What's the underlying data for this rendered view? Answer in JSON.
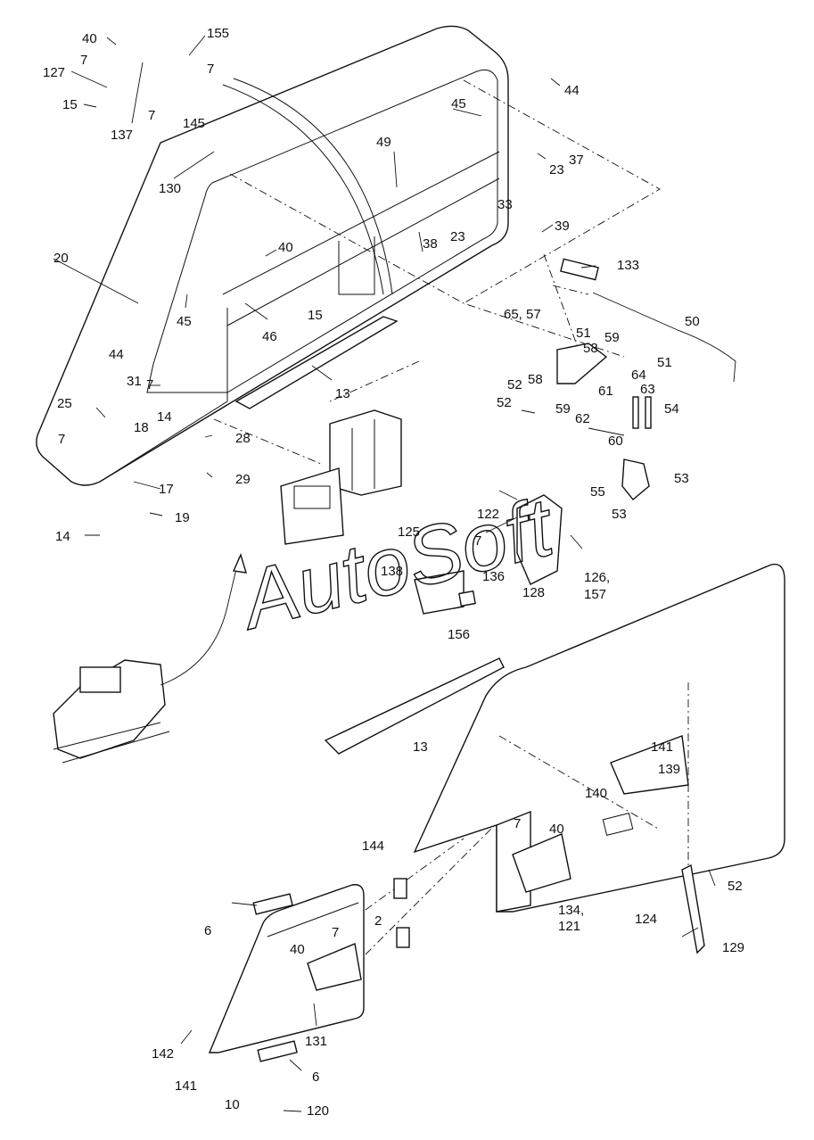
{
  "watermark": "AutoSoft",
  "labels": {
    "l40a": "40",
    "l155": "155",
    "l7a": "7",
    "l7b": "7",
    "l127": "127",
    "l15a": "15",
    "l7c": "7",
    "l145": "145",
    "l137": "137",
    "l44a": "44",
    "l45a": "45",
    "l37": "37",
    "l23a": "23",
    "l130": "130",
    "l49": "49",
    "l33": "33",
    "l23b": "23",
    "l39": "39",
    "l40b": "40",
    "l38": "38",
    "l20": "20",
    "l133": "133",
    "l45b": "45",
    "l15b": "15",
    "l65": "65, 57",
    "l50": "50",
    "l44b": "44",
    "l46": "46",
    "l51a": "51",
    "l59a": "59",
    "l58a": "58",
    "l51b": "51",
    "l64": "64",
    "l13a": "13",
    "l52a": "52",
    "l58b": "58",
    "l61": "61",
    "l63": "63",
    "l25": "25",
    "l31": "31",
    "l7d": "7",
    "l14a": "14",
    "l18": "18",
    "l52b": "52",
    "l59b": "59",
    "l62": "62",
    "l54": "54",
    "l7e": "7",
    "l28": "28",
    "l60": "60",
    "l53a": "53",
    "l29": "29",
    "l17": "17",
    "l55": "55",
    "l53b": "53",
    "l19": "19",
    "l122": "122",
    "l14b": "14",
    "l125": "125",
    "l7f": "7",
    "l136": "136",
    "l126": "126,",
    "l157": "157",
    "l138": "138",
    "l128": "128",
    "l156": "156",
    "l13b": "13",
    "l141a": "141",
    "l139": "139",
    "l140": "140",
    "l7g": "7",
    "l40c": "40",
    "l144": "144",
    "l52c": "52",
    "l134": "134,",
    "l121": "121",
    "l124": "124",
    "l6a": "6",
    "l2": "2",
    "l129": "129",
    "l7h": "7",
    "l40d": "40",
    "l131": "131",
    "l142": "142",
    "l141b": "141",
    "l6b": "6",
    "l10": "10",
    "l120": "120"
  }
}
